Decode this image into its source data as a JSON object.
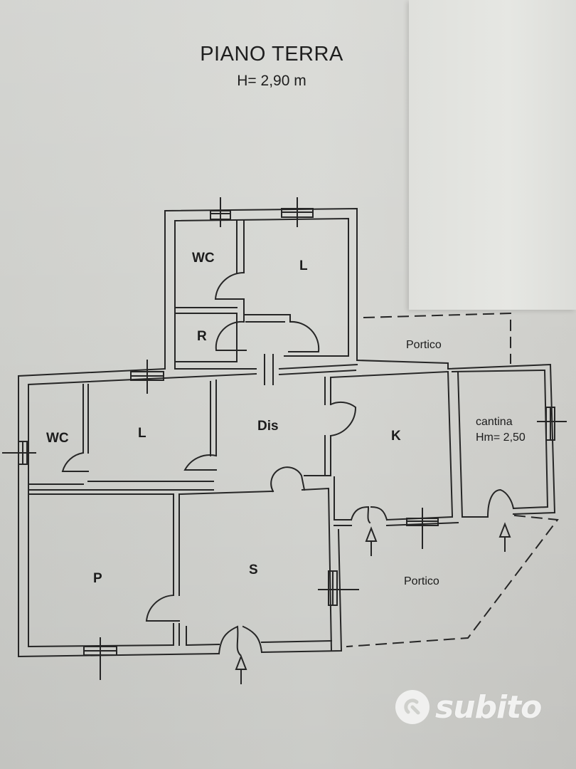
{
  "header": {
    "title": "PIANO TERRA",
    "subtitle": "H= 2,90 m"
  },
  "rooms": {
    "wc_upper": "WC",
    "l_upper": "L",
    "r": "R",
    "portico_upper": "Portico",
    "wc_left": "WC",
    "l_left": "L",
    "dis": "Dis",
    "k": "K",
    "cantina_name": "cantina",
    "cantina_height": "Hm= 2,50",
    "p": "P",
    "s": "S",
    "portico_lower": "Portico"
  },
  "watermark": {
    "text": "subito"
  },
  "colors": {
    "line": "#262626",
    "paper": "#d5d6d2",
    "watermark": "#ffffff"
  }
}
